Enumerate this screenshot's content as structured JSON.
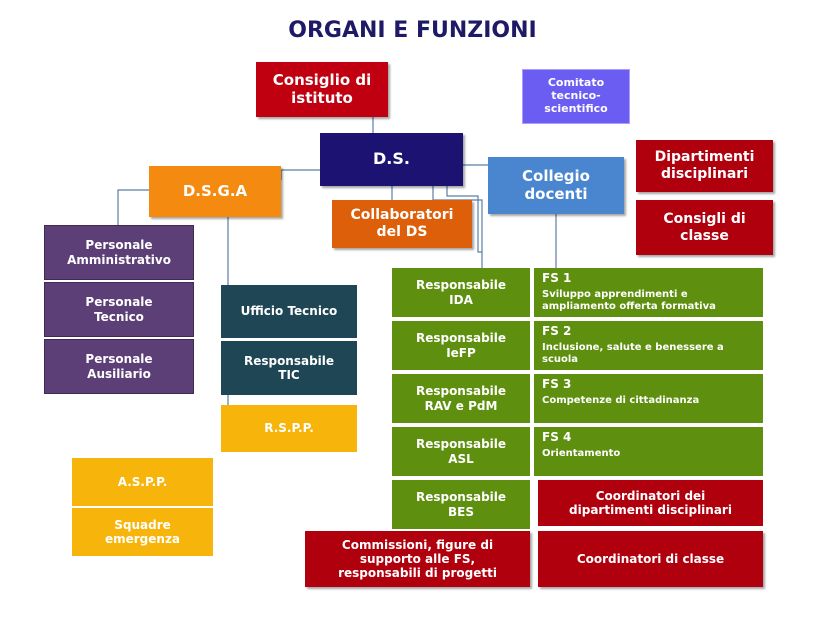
{
  "title": "ORGANI E FUNZIONI",
  "nodes": {
    "consiglio_istituto": "Consiglio di istituto",
    "comitato": "Comitato tecnico-scientifico",
    "ds": "D.S.",
    "dipartimenti": "Dipartimenti disciplinari",
    "consigli_classe": "Consigli di classe",
    "dsga": "D.S.G.A",
    "collegio": "Collegio docenti",
    "collaboratori": "Collaboratori del DS",
    "personale_amministrativo": "Personale Amministrativo",
    "personale_tecnico": "Personale Tecnico",
    "personale_ausiliario": "Personale Ausiliario",
    "ufficio_tecnico": "Ufficio Tecnico",
    "responsabile_tic": "Responsabile TIC",
    "rspp": "R.S.P.P.",
    "aspp": "A.S.P.P.",
    "squadre": "Squadre emergenza",
    "resp_ida": "Responsabile IDA",
    "resp_iefp": "Responsabile IeFP",
    "resp_rav": "Responsabile RAV e PdM",
    "resp_asl": "Responsabile ASL",
    "resp_bes": "Responsabile BES",
    "commissioni": "Commissioni, figure di supporto alle FS, responsabili di progetti",
    "coord_dipartimenti": "Coordinatori dei dipartimenti disciplinari",
    "coord_classe": "Coordinatori di classe"
  },
  "fs": [
    {
      "label": "FS 1",
      "desc": "Sviluppo apprendimenti e ampliamento offerta formativa"
    },
    {
      "label": "FS 2",
      "desc": "Inclusione, salute e benessere a scuola"
    },
    {
      "label": "FS 3",
      "desc": "Competenze di cittadinanza"
    },
    {
      "label": "FS  4",
      "desc": "Orientamento"
    }
  ]
}
